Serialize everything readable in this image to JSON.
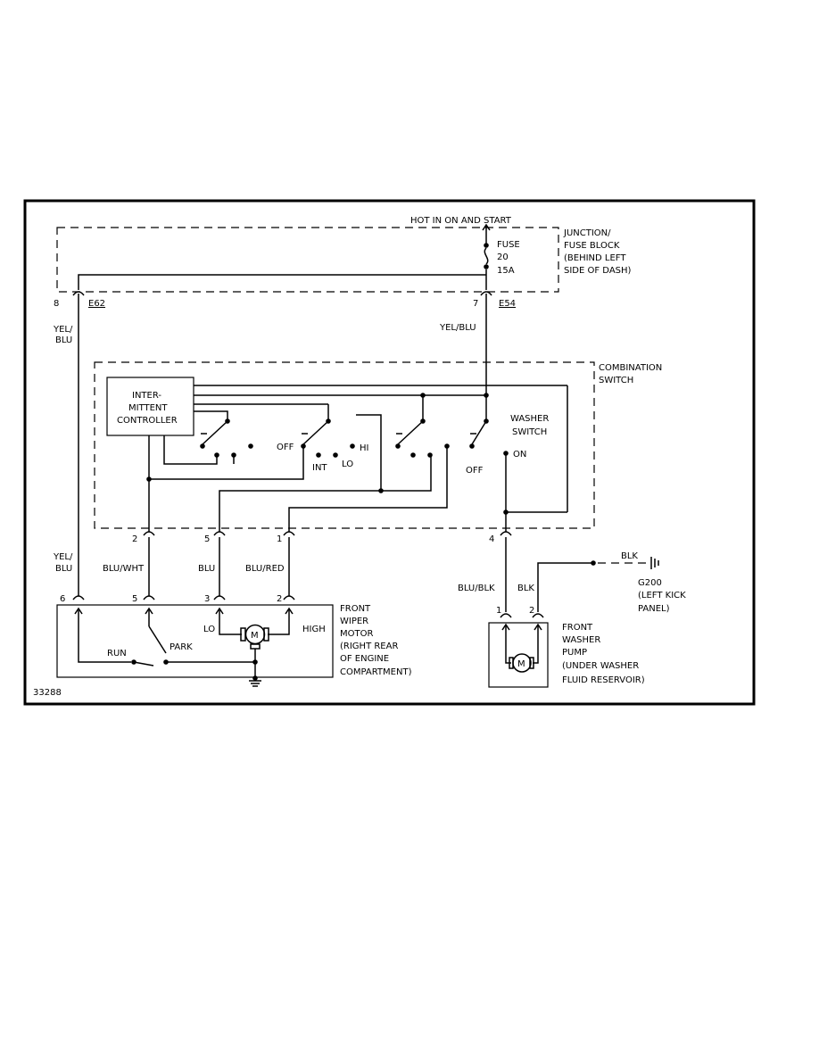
{
  "diagram_id": "33288",
  "power": {
    "hot_label": "HOT IN ON AND START"
  },
  "fuse_block": {
    "name_lines": [
      "JUNCTION/",
      "FUSE BLOCK",
      "(BEHIND LEFT",
      "SIDE OF DASH)"
    ],
    "fuse_lines": [
      "FUSE",
      "20",
      "15A"
    ],
    "left_pin": "8",
    "left_connector": "E62",
    "right_pin": "7",
    "right_connector": "E54"
  },
  "wires": {
    "left_top": [
      "YEL/",
      "BLU"
    ],
    "left_bottom": [
      "YEL/",
      "BLU"
    ],
    "feed": "YEL/BLU",
    "blu_wht": "BLU/WHT",
    "blu": "BLU",
    "blu_red": "BLU/RED",
    "blu_blk": "BLU/BLK",
    "blk_pump": "BLK",
    "blk_ground": "BLK"
  },
  "combination_switch": {
    "name_lines": [
      "COMBINATION",
      "SWITCH"
    ],
    "controller_lines": [
      "INTER-",
      "MITTENT",
      "CONTROLLER"
    ],
    "positions": {
      "off": "OFF",
      "int": "INT",
      "lo": "LO",
      "hi": "HI"
    },
    "washer_lines": [
      "WASHER",
      "SWITCH"
    ],
    "washer_off": "OFF",
    "washer_on": "ON",
    "pins": [
      "2",
      "5",
      "1",
      "4"
    ]
  },
  "wiper_motor": {
    "name_lines": [
      "FRONT",
      "WIPER",
      "MOTOR",
      "(RIGHT REAR",
      "OF ENGINE",
      "COMPARTMENT)"
    ],
    "pins": [
      "6",
      "5",
      "3",
      "2"
    ],
    "run": "RUN",
    "park": "PARK",
    "lo": "LO",
    "high": "HIGH",
    "motor_symbol": "M"
  },
  "washer_pump": {
    "name_lines": [
      "FRONT",
      "WASHER",
      "PUMP",
      "(UNDER WASHER",
      "FLUID RESERVOIR)"
    ],
    "pins": [
      "1",
      "2"
    ],
    "motor_symbol": "M"
  },
  "ground": {
    "name_lines": [
      "G200",
      "(LEFT KICK",
      "PANEL)"
    ]
  }
}
